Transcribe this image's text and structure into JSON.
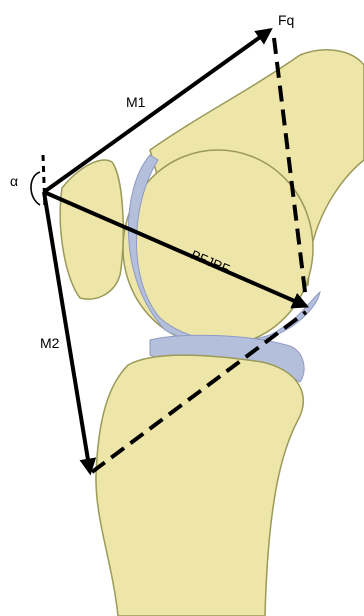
{
  "labels": {
    "fq": "Fq",
    "m1": "M1",
    "m2": "M2",
    "pfjrf": "PFJRF",
    "alpha": "α"
  },
  "colors": {
    "bone": "#eee6a8",
    "bone_edge": "#9a9a5a",
    "cartilage": "#b4bfdc",
    "cartilage_edge": "#8f9ac4",
    "vector": "#000000",
    "background": "#ffffff"
  }
}
